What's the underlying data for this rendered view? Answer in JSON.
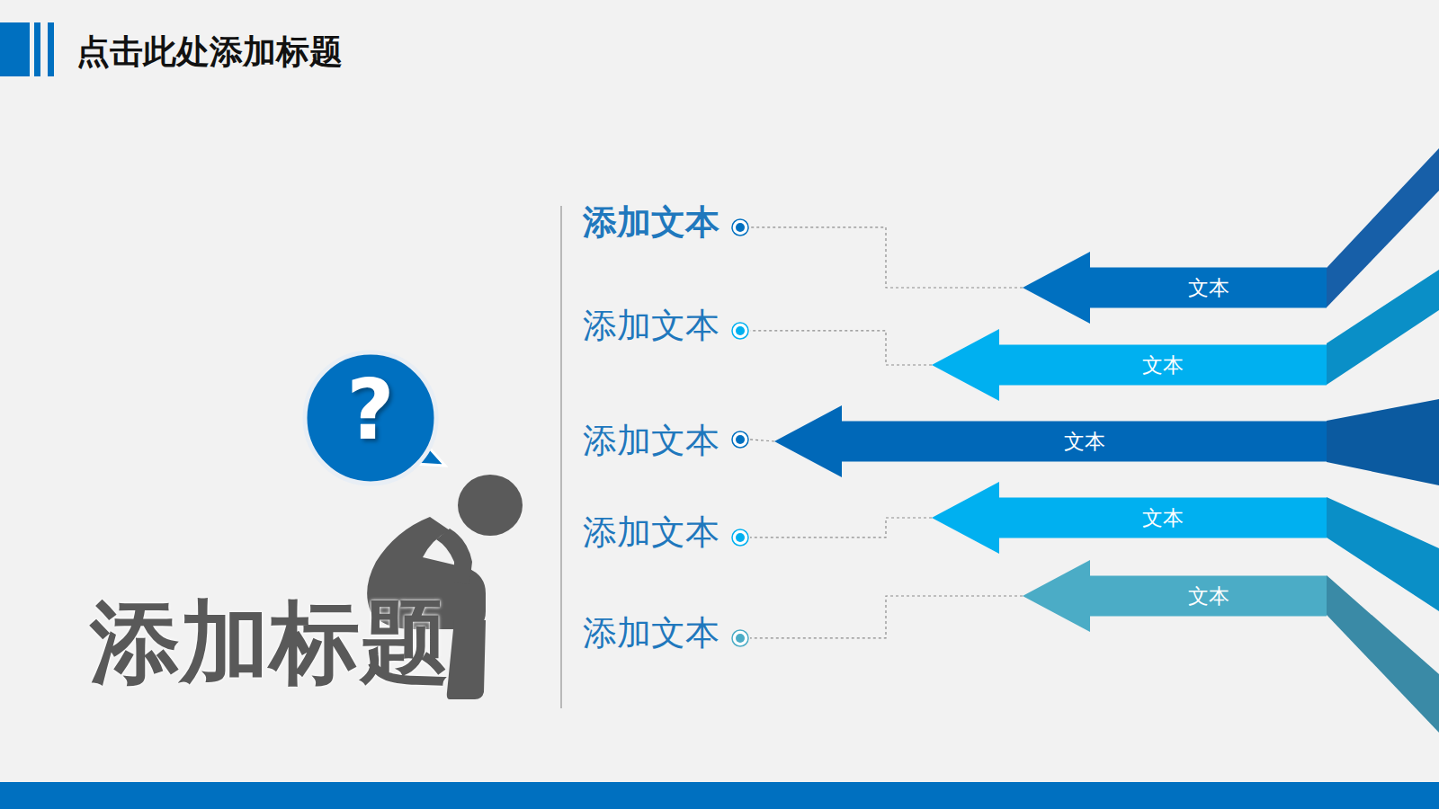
{
  "diagram": {
    "title": "点击此处添加标题",
    "nodes": [
      {
        "text": [
          "添加文本"
        ]
      },
      {
        "text": [
          "添加文本"
        ]
      },
      {
        "text": [
          "添加文本"
        ]
      },
      {
        "text": [
          "添加文本"
        ]
      },
      {
        "text": [
          "添加文本"
        ]
      },
      {
        "text": [
          "文本"
        ]
      },
      {
        "text": [
          "文本"
        ]
      },
      {
        "text": [
          "文本"
        ]
      },
      {
        "text": [
          "文本"
        ]
      },
      {
        "text": [
          "文本"
        ]
      }
    ],
    "edges": [
      {
        "from": 5,
        "to": 0,
        "arrow": "none"
      },
      {
        "from": 6,
        "to": 1,
        "arrow": "none"
      },
      {
        "from": 7,
        "to": 2,
        "arrow": "none"
      },
      {
        "from": 8,
        "to": 3,
        "arrow": "none"
      },
      {
        "from": 9,
        "to": 4,
        "arrow": "none"
      }
    ],
    "labels": [
      "添加标题",
      "?"
    ]
  }
}
